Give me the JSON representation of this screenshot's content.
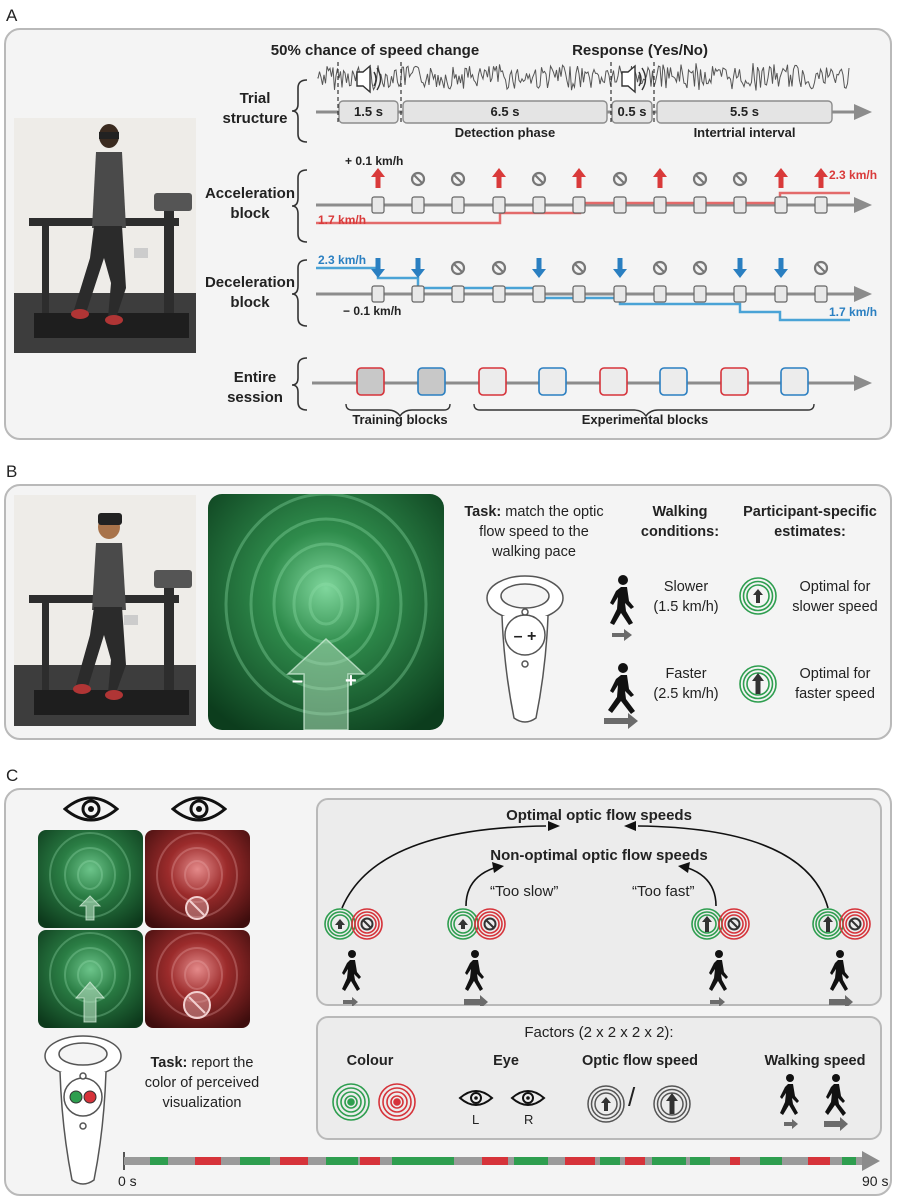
{
  "panelA": {
    "letter": "A",
    "header_left": "50% chance of speed change",
    "header_right": "Response (Yes/No)",
    "trial_label": [
      "Trial",
      "structure"
    ],
    "seg_durations": [
      "1.5 s",
      "6.5 s",
      "0.5 s",
      "5.5 s"
    ],
    "phase_detection": "Detection phase",
    "phase_intertrial": "Intertrial interval",
    "accel_label": [
      "Acceleration",
      "block"
    ],
    "accel_step": "+ 0.1 km/h",
    "accel_start": "1.7 km/h",
    "accel_end": "2.3 km/h",
    "decel_label": [
      "Deceleration",
      "block"
    ],
    "decel_step": "− 0.1 km/h",
    "decel_start": "2.3 km/h",
    "decel_end": "1.7 km/h",
    "session_label": [
      "Entire",
      "session"
    ],
    "training_label": "Training blocks",
    "experimental_label": "Experimental blocks"
  },
  "panelB": {
    "letter": "B",
    "task_bold": "Task:",
    "task_rest": " match the optic flow speed to the walking pace",
    "task_lines": [
      "flow speed to the",
      "walking pace"
    ],
    "task_first": "match the optic",
    "walking_header": [
      "Walking",
      "conditions:"
    ],
    "estimates_header": [
      "Participant-specific",
      "estimates:"
    ],
    "slower": [
      "Slower",
      "(1.5 km/h)"
    ],
    "faster": [
      "Faster",
      "(2.5 km/h)"
    ],
    "opt_slower": [
      "Optimal for",
      "slower speed"
    ],
    "opt_faster": [
      "Optimal for",
      "faster speed"
    ],
    "minus": "–",
    "plus": "+"
  },
  "panelC": {
    "letter": "C",
    "optimal_title": "Optimal optic flow speeds",
    "nonoptimal_title": "Non-optimal optic flow speeds",
    "too_slow": "“Too slow”",
    "too_fast": "“Too fast”",
    "factors_title": "Factors (2 x 2 x 2 x 2):",
    "factor_colour": "Colour",
    "factor_eye": "Eye",
    "factor_flow": "Optic flow speed",
    "factor_walk": "Walking speed",
    "eye_left": "L",
    "eye_right": "R",
    "slash": "/",
    "task_bold": "Task:",
    "task_lines": [
      "report the",
      "color of perceived",
      "visualization"
    ],
    "time_start": "0 s",
    "time_end": "90 s"
  },
  "colors": {
    "accel_red": "#d93a3a",
    "decel_blue": "#2a7fc1",
    "green": "#2e9e4f",
    "red": "#d6333a",
    "grey": "#8c8c8c"
  }
}
